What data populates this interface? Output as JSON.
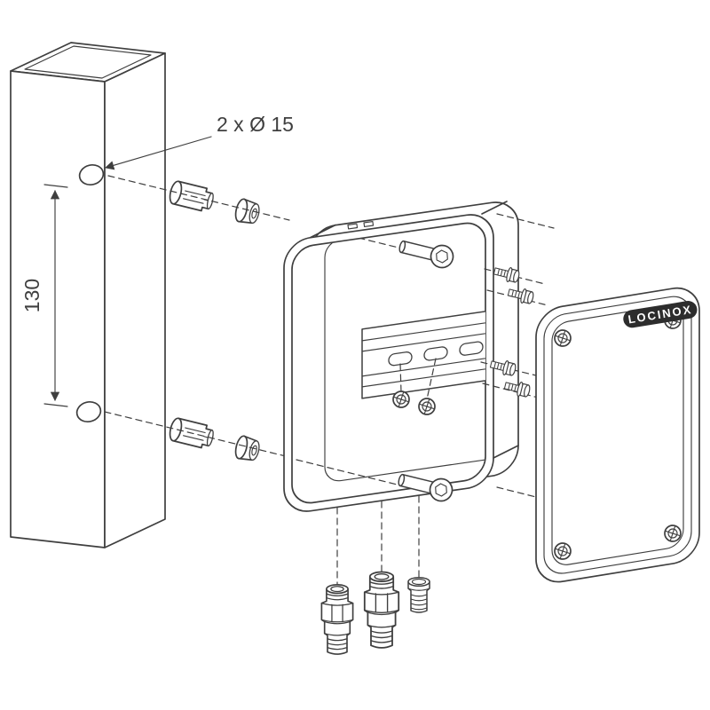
{
  "diagram": {
    "background": "#ffffff",
    "line_color": "#3f3f3f",
    "labels": {
      "hole_spec": "2 x Ø 15",
      "hole_spacing": "130",
      "brand": "LOCINOX"
    }
  }
}
